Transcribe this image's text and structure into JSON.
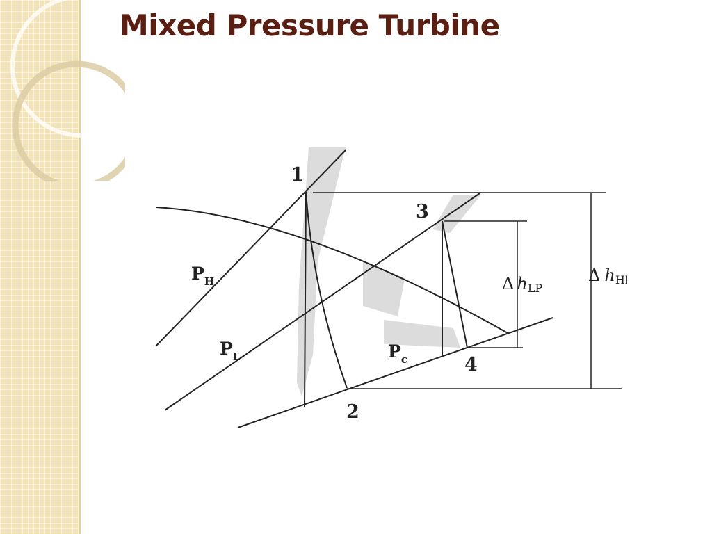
{
  "title": "Mixed Pressure Turbine",
  "diagram": {
    "points": {
      "p1": "1",
      "p2": "2",
      "p3": "3",
      "p4": "4"
    },
    "isobars": {
      "high": {
        "base": "P",
        "sub": "H"
      },
      "low": {
        "base": "P",
        "sub": "L"
      },
      "condenser": {
        "base": "P",
        "sub": "c"
      }
    },
    "enthalpy_drops": {
      "lp": {
        "delta": "Δ",
        "h": "h",
        "sub": "LP"
      },
      "hp": {
        "delta": "Δ",
        "h": "h",
        "sub": "HP"
      }
    },
    "colors": {
      "line": "#222222",
      "title": "#5a1e12",
      "sidebar": "#f1e2b8",
      "shade": "#d9d9d9"
    }
  }
}
